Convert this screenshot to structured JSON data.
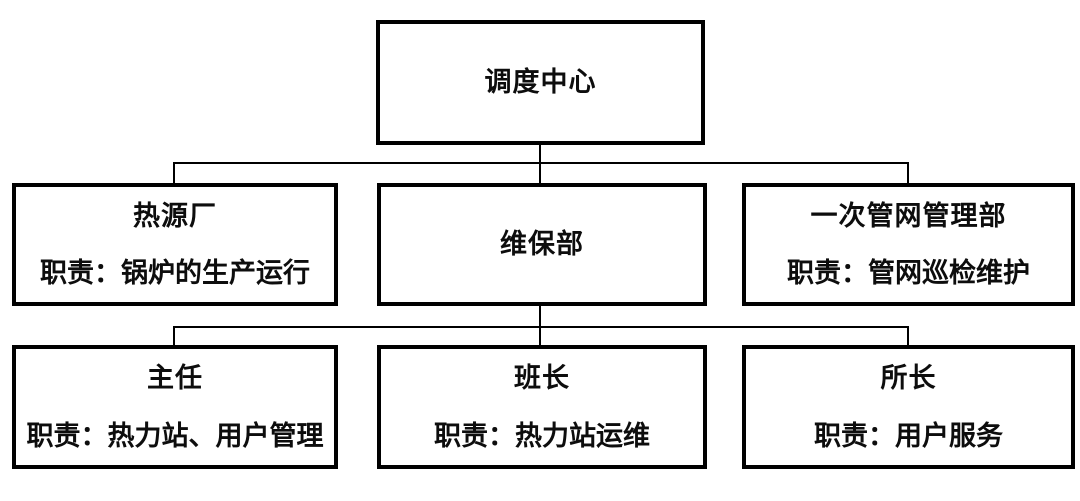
{
  "diagram": {
    "type": "org-chart",
    "colors": {
      "border": "#000000",
      "background": "#ffffff",
      "text": "#0d0d0d",
      "connector": "#000000"
    },
    "root": {
      "title": "调度中心"
    },
    "level2": [
      {
        "title": "热源厂",
        "duty": "职责：锅炉的生产运行"
      },
      {
        "title": "维保部",
        "duty": ""
      },
      {
        "title": "一次管网管理部",
        "duty": "职责：管网巡检维护"
      }
    ],
    "level3": [
      {
        "title": "主任",
        "duty": "职责：热力站、用户管理"
      },
      {
        "title": "班长",
        "duty": "职责：热力站运维"
      },
      {
        "title": "所长",
        "duty": "职责：用户服务"
      }
    ]
  }
}
